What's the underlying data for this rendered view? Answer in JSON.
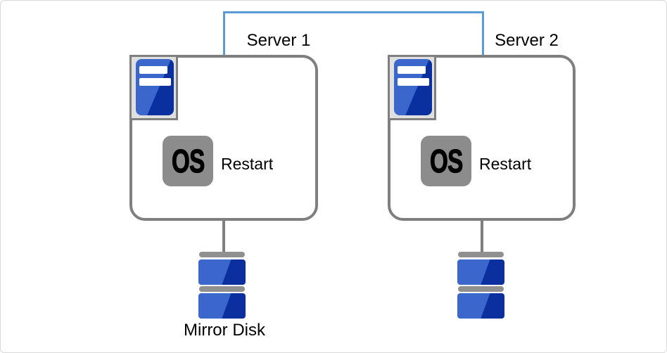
{
  "diagram": {
    "servers": [
      {
        "label": "Server 1",
        "badge": "OS",
        "action": "Restart"
      },
      {
        "label": "Server 2",
        "badge": "OS",
        "action": "Restart"
      }
    ],
    "disk_label": "Mirror Disk",
    "icons": {
      "server": "server-tower-icon",
      "os": "os-badge-icon",
      "disk": "mirror-disk-icon",
      "link": "interconnect-line"
    },
    "colors": {
      "connector_blue": "#5b9bd5",
      "outline_gray": "#7f7f7f",
      "icon_frame_fill": "#e0e0e0",
      "blue_light": "#3b67cd",
      "blue_dark": "#0a2f9e",
      "disk_cap_gray": "#909090",
      "os_badge_gray": "#8c8c8c",
      "page_border": "#d9d9d9"
    }
  }
}
